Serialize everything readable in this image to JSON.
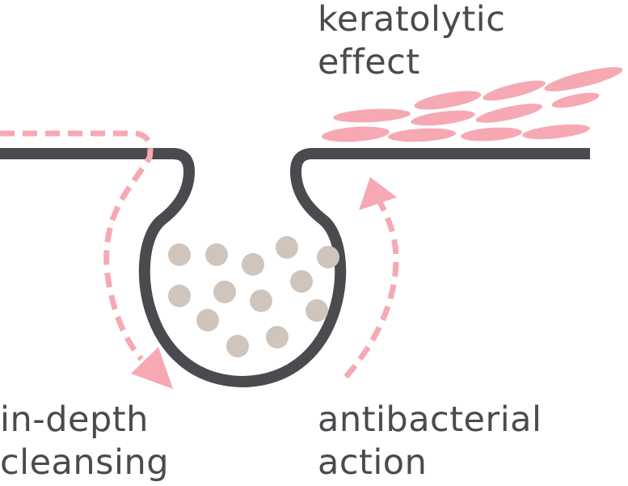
{
  "labels": {
    "keratolytic": [
      "keratolytic",
      "effect"
    ],
    "cleansing": [
      "in-depth",
      "cleansing"
    ],
    "antibacterial": [
      "antibacterial",
      "action"
    ]
  },
  "colors": {
    "text": "#4a4a4f",
    "skin_line": "#4a4a4f",
    "arrows": "#f6a9b3",
    "skin_flakes": "#f6a9b3",
    "particles": "#cfc5bd"
  },
  "icons": {
    "pore": "pore-outline",
    "particles": "sebum-particles",
    "flakes": "dead-skin-flakes",
    "arrows": "dashed-arrows"
  }
}
